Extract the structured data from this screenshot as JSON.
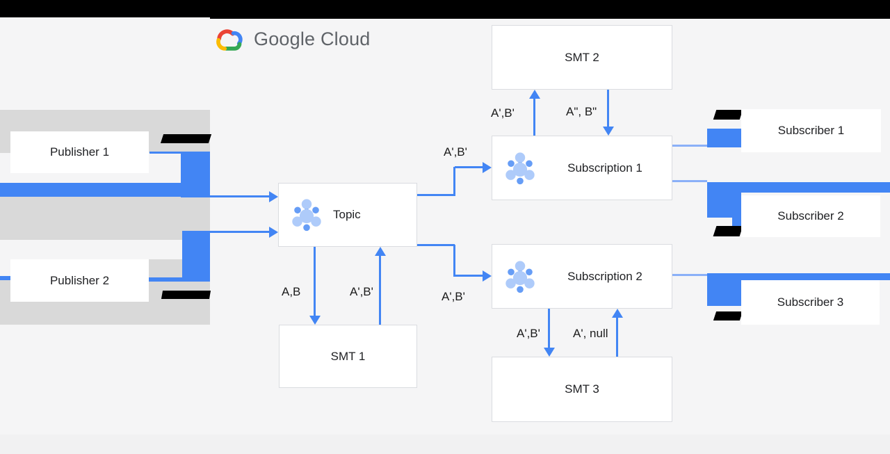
{
  "logo": {
    "text": "Google Cloud"
  },
  "nodes": {
    "publisher1": "Publisher 1",
    "publisher2": "Publisher 2",
    "topic": "Topic",
    "smt1": "SMT 1",
    "smt2": "SMT 2",
    "smt3": "SMT 3",
    "subscription1": "Subscription 1",
    "subscription2": "Subscription 2",
    "subscriber1": "Subscriber 1",
    "subscriber2": "Subscriber 2",
    "subscriber3": "Subscriber 3"
  },
  "edge_labels": {
    "topic_to_smt1": "A,B",
    "smt1_to_topic": "A',B'",
    "topic_to_subscription1": "A',B'",
    "topic_to_subscription2": "A',B'",
    "subscription1_to_smt2": "A',B'",
    "smt2_to_subscription1": "A\", B\"",
    "subscription2_to_smt3": "A',B'",
    "smt3_to_subscription2": "A', null"
  },
  "icons": {
    "pubsub": "pubsub-icon",
    "cloud": "google-cloud-icon"
  },
  "colors": {
    "accent": "#4285f4",
    "accent_light": "#8ab0f8",
    "band_gray": "#d9d9d9",
    "bar_black": "#000000",
    "box_border": "#dadce0",
    "text_dark": "#202124",
    "logo_text": "#5f6368",
    "bg": "#f5f5f6",
    "bg_bottom": "#f1f1f2",
    "icon_light": "#aecbfa",
    "icon_mid": "#669df6",
    "logo_red": "#ea4335",
    "logo_blue": "#4285f4",
    "logo_green": "#34a853",
    "logo_yellow": "#fbbc04"
  }
}
